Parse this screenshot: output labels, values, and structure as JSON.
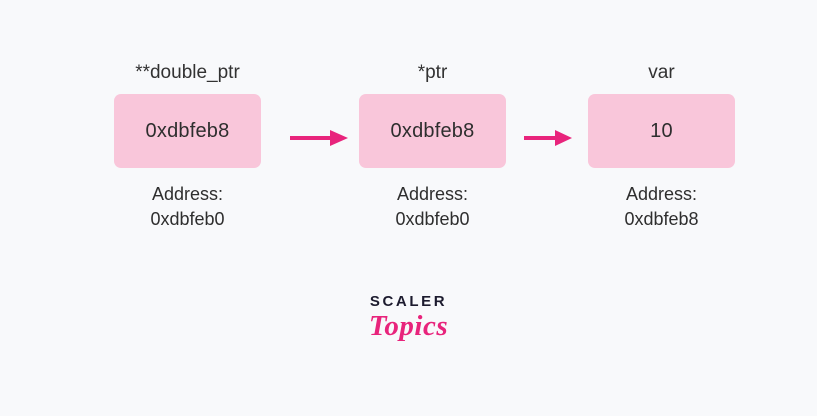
{
  "diagram": {
    "title": "double pointer memory diagram",
    "colors": {
      "background": "#f8f9fb",
      "box_fill": "#f9c6da",
      "arrow": "#e8247c",
      "text": "#2e2e2e",
      "logo_dark": "#1c1b2e"
    },
    "nodes": [
      {
        "label": "**double_ptr",
        "value": "0xdbfeb8",
        "address_caption": "Address:",
        "address_value": "0xdbfeb0"
      },
      {
        "label": "*ptr",
        "value": "0xdbfeb8",
        "address_caption": "Address:",
        "address_value": "0xdbfeb0"
      },
      {
        "label": "var",
        "value": "10",
        "address_caption": "Address:",
        "address_value": "0xdbfeb8"
      }
    ],
    "arrows": [
      {
        "name": "arrow-double-ptr-to-ptr"
      },
      {
        "name": "arrow-ptr-to-var"
      }
    ]
  },
  "branding": {
    "name_primary": "SCALER",
    "name_secondary": "Topics"
  }
}
